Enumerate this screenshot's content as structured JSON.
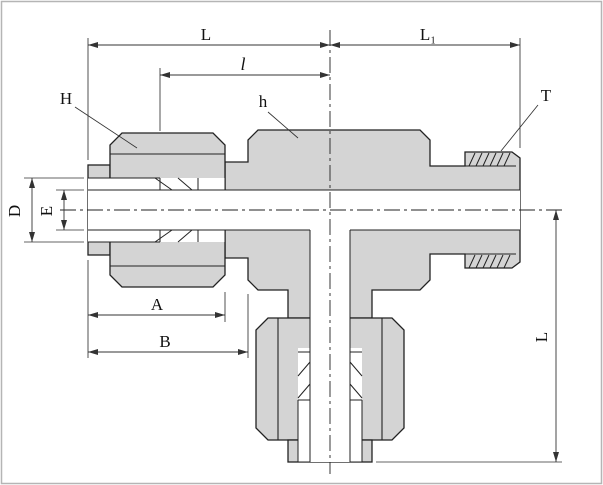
{
  "dimensions": {
    "overall_length": "L",
    "right_length": "L₁",
    "inner_length": "l",
    "nut_hex": "H",
    "body_hex": "h",
    "thread": "T",
    "tube_diameter": "D",
    "bore_diameter": "E",
    "nut_length": "A",
    "body_length": "B",
    "branch_length": "L"
  },
  "colors": {
    "background": "#ffffff",
    "frame": "#b5b5b5",
    "part_fill": "#d4d4d4",
    "line": "#222222"
  }
}
